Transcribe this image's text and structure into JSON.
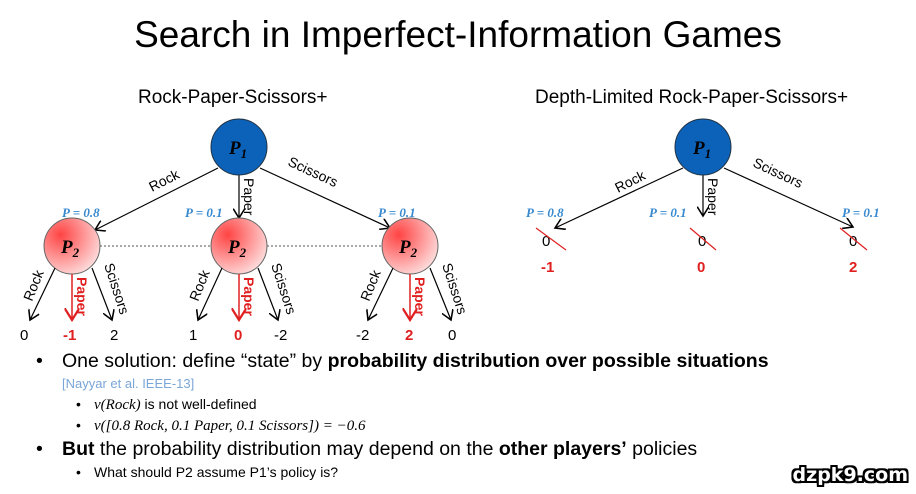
{
  "title": "Search in Imperfect-Information Games",
  "left_diagram": {
    "subtitle": "Rock-Paper-Scissors+",
    "root": "P",
    "root_sub": "1",
    "actions": [
      "Rock",
      "Paper",
      "Scissors"
    ],
    "probs": [
      "P = 0.8",
      "P = 0.1",
      "P = 0.1"
    ],
    "p2_nodes": [
      {
        "label": "P",
        "sub": "2",
        "edges": [
          "Rock",
          "Paper",
          "Scissors"
        ],
        "payoffs": [
          "0",
          "-1",
          "2"
        ]
      },
      {
        "label": "P",
        "sub": "2",
        "edges": [
          "Rock",
          "Paper",
          "Scissors"
        ],
        "payoffs": [
          "1",
          "0",
          "-2"
        ]
      },
      {
        "label": "P",
        "sub": "2",
        "edges": [
          "Rock",
          "Paper",
          "Scissors"
        ],
        "payoffs": [
          "-2",
          "2",
          "0"
        ]
      }
    ]
  },
  "right_diagram": {
    "subtitle": "Depth-Limited Rock-Paper-Scissors+",
    "root": "P",
    "root_sub": "1",
    "actions": [
      "Rock",
      "Paper",
      "Scissors"
    ],
    "probs": [
      "P = 0.8",
      "P = 0.1",
      "P = 0.1"
    ],
    "struck_values": [
      "0",
      "0",
      "0"
    ],
    "new_values": [
      "-1",
      "0",
      "2"
    ]
  },
  "bullets": {
    "b1_plain": "One solution: define “state” by ",
    "b1_bold": "probability distribution over possible situations",
    "ref": "[Nayyar et al. IEEE-13]",
    "sub1_math": "v(Rock)",
    "sub1_text": " is not well-defined",
    "sub2_math": "v([0.8 Rock, 0.1 Paper, 0.1 Scissors]) = −0.6",
    "b2_bold1": "But",
    "b2_plain1": " the probability distribution may depend on the ",
    "b2_bold2": "other players’",
    "b2_plain2": " policies",
    "sub3": "What should P2 assume P1’s policy is?"
  },
  "colors": {
    "p1": "#0b62b8",
    "p2": "#f05858",
    "highlight": "#e02020",
    "prob": "#3a8ad0"
  },
  "watermark": "dzpk9.com"
}
